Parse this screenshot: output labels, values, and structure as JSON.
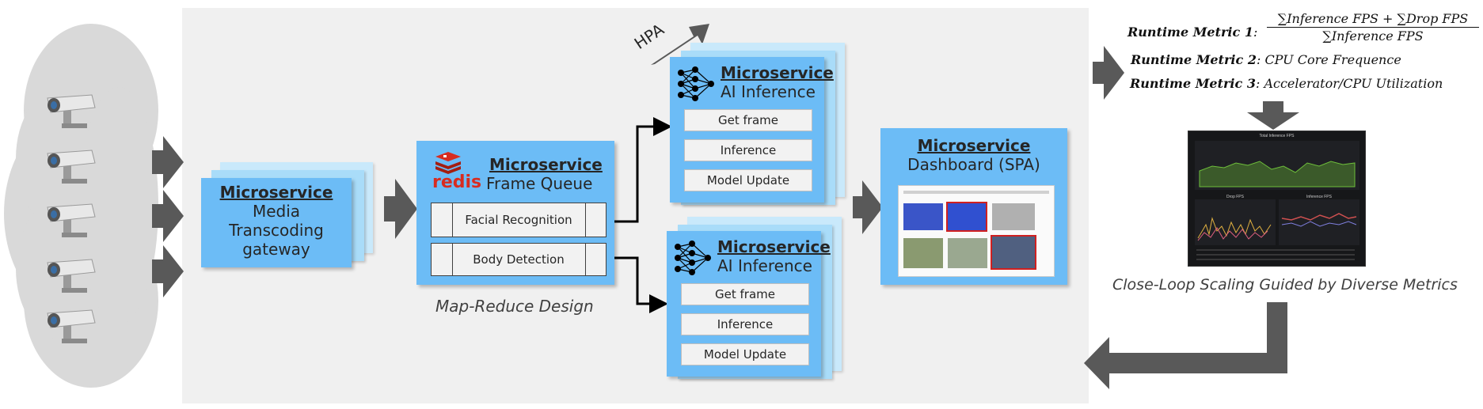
{
  "gateway": {
    "title": "Microservice",
    "line1": "Media",
    "line2": "Transcoding",
    "line3": "gateway"
  },
  "queue": {
    "title": "Microservice",
    "subtitle": "Frame Queue",
    "logo_text": "redis",
    "rows": [
      "Facial Recognition",
      "Body Detection"
    ]
  },
  "caption_mapreduce": "Map-Reduce Design",
  "hpa_label": "HPA",
  "inference_top": {
    "title": "Microservice",
    "subtitle": "AI Inference",
    "buttons": [
      "Get frame",
      "Inference",
      "Model Update"
    ]
  },
  "inference_bottom": {
    "title": "Microservice",
    "subtitle": "AI Inference",
    "buttons": [
      "Get frame",
      "Inference",
      "Model Update"
    ]
  },
  "dashboard": {
    "title": "Microservice",
    "subtitle": "Dashboard (SPA)"
  },
  "metrics": [
    {
      "label": "Runtime Metric 1",
      "numerator": "∑Inference FPS  +  ∑Drop FPS",
      "denominator": "∑Inference FPS"
    },
    {
      "label": "Runtime Metric 2",
      "text": "CPU Core Frequence"
    },
    {
      "label": "Runtime Metric 3",
      "text": "Accelerator/CPU Utilization"
    }
  ],
  "caption_scaling": "Close-Loop Scaling Guided by Diverse Metrics",
  "grafana": {
    "panel_top": "Total Inference FPS",
    "panel_left": "Drop FPS",
    "panel_right": "Inference FPS"
  },
  "colors": {
    "box": "#6cbcf6",
    "arrow": "#595959",
    "redis": "#d82c20",
    "background": "#f0f0f0"
  }
}
